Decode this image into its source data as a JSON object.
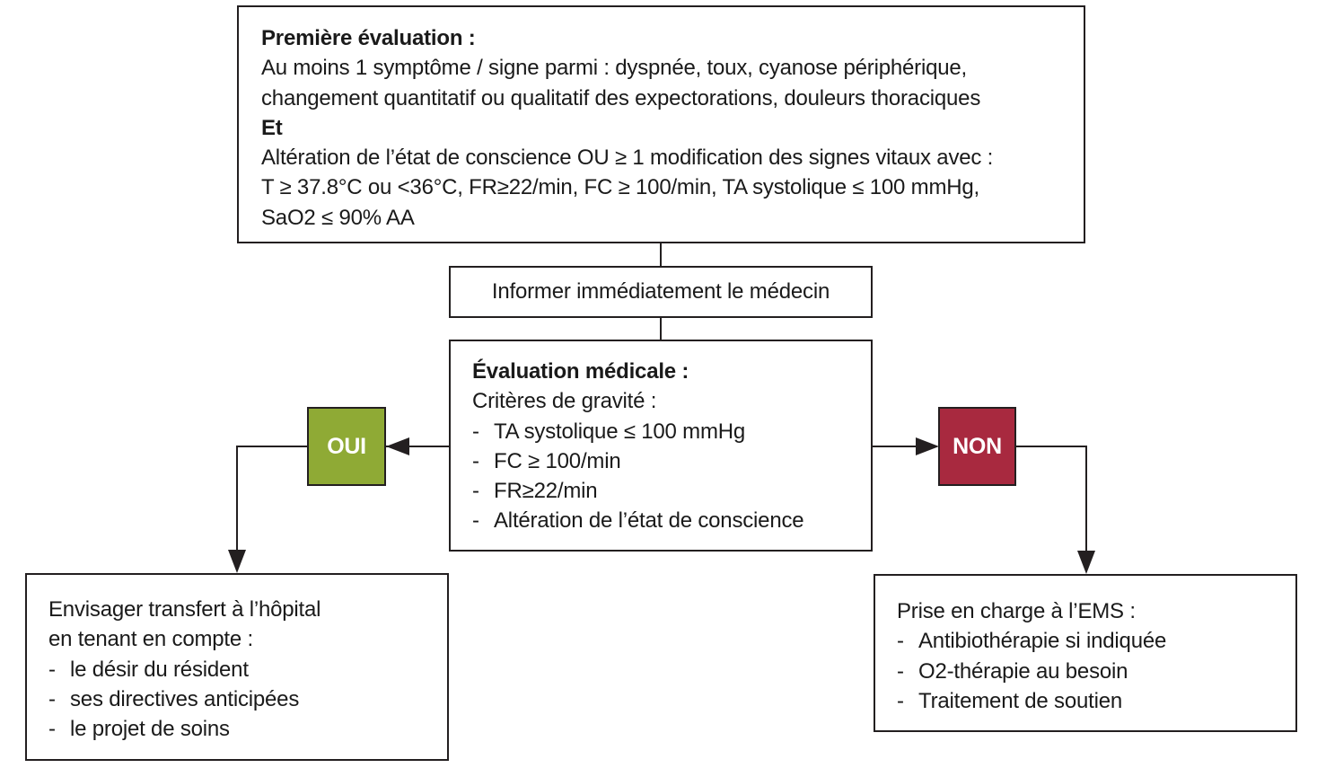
{
  "first_evaluation": {
    "title": "Première évaluation :",
    "line1": "Au moins 1 symptôme / signe parmi : dyspnée, toux, cyanose périphérique,",
    "line2": "changement quantitatif ou qualitatif des expectorations, douleurs thoraciques",
    "connector": "Et",
    "line3": "Altération de l’état de conscience OU ≥ 1 modification des signes vitaux avec :",
    "line4": "T ≥ 37.8°C ou <36°C, FR≥22/min, FC ≥ 100/min, TA systolique ≤ 100 mmHg,",
    "line5": "SaO2 ≤ 90% AA"
  },
  "inform": {
    "label": "Informer immédiatement le médecin"
  },
  "medical_evaluation": {
    "title": "Évaluation médicale :",
    "subtitle": "Critères de gravité :",
    "dash": "-",
    "items": [
      "TA systolique ≤ 100 mmHg",
      "FC ≥ 100/min",
      "FR≥22/min",
      "Altération de l’état de conscience"
    ]
  },
  "decisions": {
    "yes": {
      "label": "OUI",
      "color": "#8faa35"
    },
    "no": {
      "label": "NON",
      "color": "#a8293f"
    }
  },
  "transfer": {
    "line1": "Envisager transfert à l’hôpital",
    "line2": "en tenant en compte :",
    "items": [
      "le désir du résident",
      "ses directives anticipées",
      "le projet de soins"
    ]
  },
  "ems_care": {
    "title": "Prise en charge à l’EMS :",
    "items": [
      "Antibiothérapie si indiquée",
      "O2-thérapie au besoin",
      "Traitement de soutien"
    ]
  }
}
